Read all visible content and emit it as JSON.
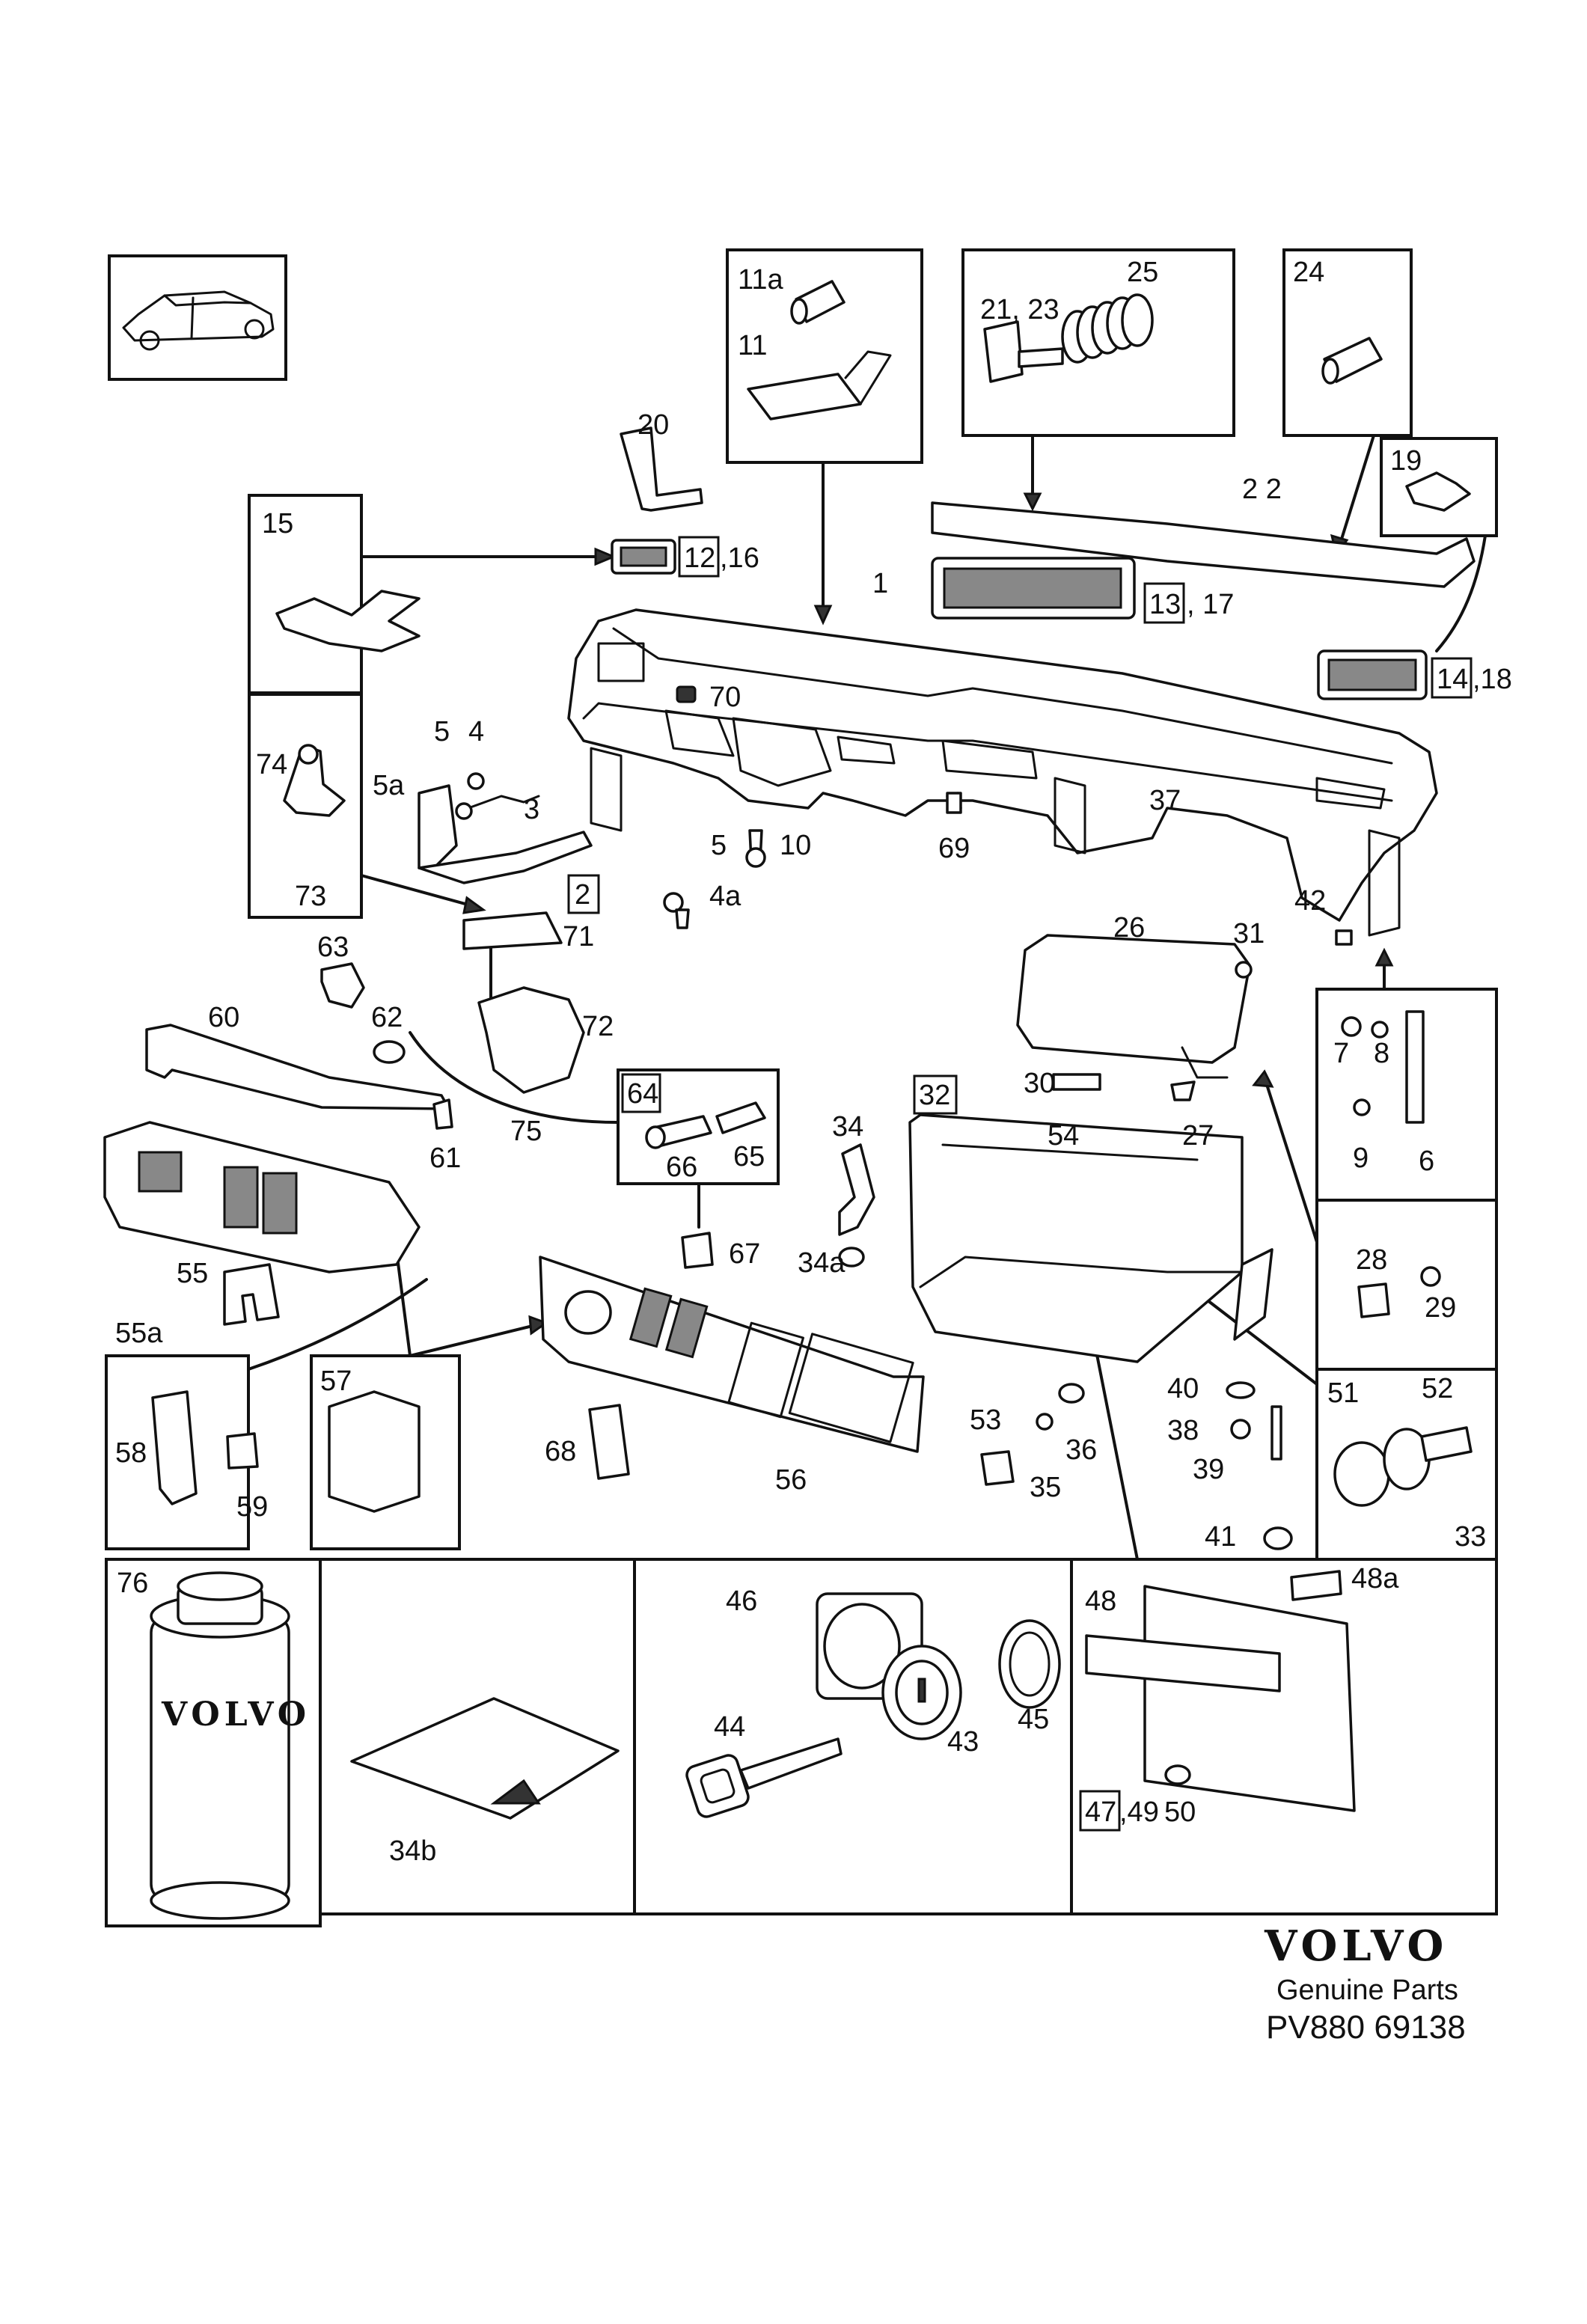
{
  "brand": {
    "name": "VOLVO",
    "tagline": "Genuine Parts",
    "diagram_code": "PV880 69138"
  },
  "labels": {
    "l1": "1",
    "l2": "2",
    "l3": "3",
    "l4": "4",
    "l4a": "4a",
    "l5": "5",
    "l5b": "5",
    "l5a": "5a",
    "l6": "6",
    "l7": "7",
    "l8": "8",
    "l9": "9",
    "l10": "10",
    "l11": "11",
    "l11a": "11a",
    "l12": "12",
    "l16": ",16",
    "l13": "13",
    "l17": ", 17",
    "l14": "14",
    "l18": ",18",
    "l15": "15",
    "l19": "19",
    "l20": "20",
    "l2123": "21, 23",
    "l22": "2 2",
    "l24": "24",
    "l25": "25",
    "l26": "26",
    "l27": "27",
    "l28": "28",
    "l29": "29",
    "l30": "30",
    "l31": "31",
    "l32": "32",
    "l33": "33",
    "l34": "34",
    "l34a": "34a",
    "l34b": "34b",
    "l35": "35",
    "l36": "36",
    "l37": "37",
    "l38": "38",
    "l39": "39",
    "l40": "40",
    "l41": "41",
    "l42": "42",
    "l43": "43",
    "l44": "44",
    "l45": "45",
    "l46": "46",
    "l47": "47",
    "l49": ",49",
    "l48": "48",
    "l48a": "48a",
    "l50": "50",
    "l51": "51",
    "l52": "52",
    "l53": "53",
    "l54": "54",
    "l55": "55",
    "l55a": "55a",
    "l56": "56",
    "l57": "57",
    "l58": "58",
    "l59": "59",
    "l60": "60",
    "l61": "61",
    "l62": "62",
    "l63": "63",
    "l64": "64",
    "l65": "65",
    "l66": "66",
    "l67": "67",
    "l68": "68",
    "l69": "69",
    "l70": "70",
    "l71": "71",
    "l72": "72",
    "l73": "73",
    "l74": "74",
    "l75": "75",
    "l76": "76"
  }
}
